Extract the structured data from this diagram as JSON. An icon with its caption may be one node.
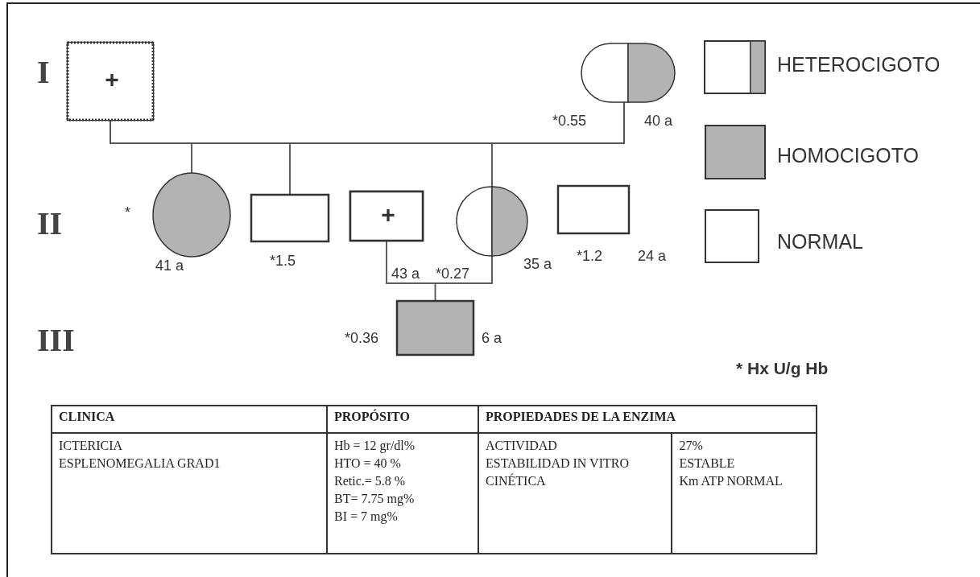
{
  "diagram": {
    "nodes": [
      {
        "text": [
          "+"
        ]
      },
      {
        "text": [],
        "shape": "circle",
        "beside": [
          "*0.55",
          "40 a"
        ]
      },
      {
        "text": [],
        "shape": "circle",
        "beside": [
          "*",
          "41 a"
        ]
      },
      {
        "text": [],
        "shape": "box",
        "beside": [
          "*1.5"
        ]
      },
      {
        "text": [
          "+"
        ],
        "beside": [
          "43 a"
        ]
      },
      {
        "text": [],
        "shape": "circle",
        "beside": [
          "*0.27",
          "35 a"
        ]
      },
      {
        "text": [],
        "shape": "box",
        "beside": [
          "*1.2",
          "24 a"
        ]
      },
      {
        "text": [],
        "shape": "box",
        "beside": [
          "*0.36",
          "6 a"
        ]
      }
    ],
    "edges": [
      {
        "from": 0,
        "to": 1,
        "arrow": "none"
      },
      {
        "from": 0,
        "to": 2,
        "arrow": "none"
      },
      {
        "from": 1,
        "to": 2,
        "arrow": "none"
      },
      {
        "from": 0,
        "to": 3,
        "arrow": "none"
      },
      {
        "from": 1,
        "to": 3,
        "arrow": "none"
      },
      {
        "from": 0,
        "to": 5,
        "arrow": "none"
      },
      {
        "from": 1,
        "to": 5,
        "arrow": "none"
      },
      {
        "from": 4,
        "to": 5,
        "arrow": "none"
      },
      {
        "from": 4,
        "to": 7,
        "arrow": "none"
      },
      {
        "from": 5,
        "to": 7,
        "arrow": "none"
      }
    ],
    "labels": [
      "I",
      "II",
      "III",
      "* Hx U/g Hb",
      "CLINICA",
      "PROPÓSITO",
      "PROPIEDADES DE LA ENZIMA",
      "ICTERICIA",
      "ESPLENOMEGALIA GRAD1",
      "Hb = 12 gr/dl%",
      "HTO = 40 %",
      "Retic.= 5.8 %",
      "BT= 7.75 mg%",
      "BI = 7 mg%",
      "ACTIVIDAD",
      "ESTABILIDAD IN VITRO",
      "CINÉTICA",
      "27%",
      "ESTABLE",
      "Km ATP NORMAL"
    ],
    "legend": [
      {
        "text": "HETEROCIGOTO"
      },
      {
        "text": "HOMOCIGOTO",
        "color": "#b3b3b3"
      },
      {
        "text": "NORMAL"
      }
    ]
  }
}
